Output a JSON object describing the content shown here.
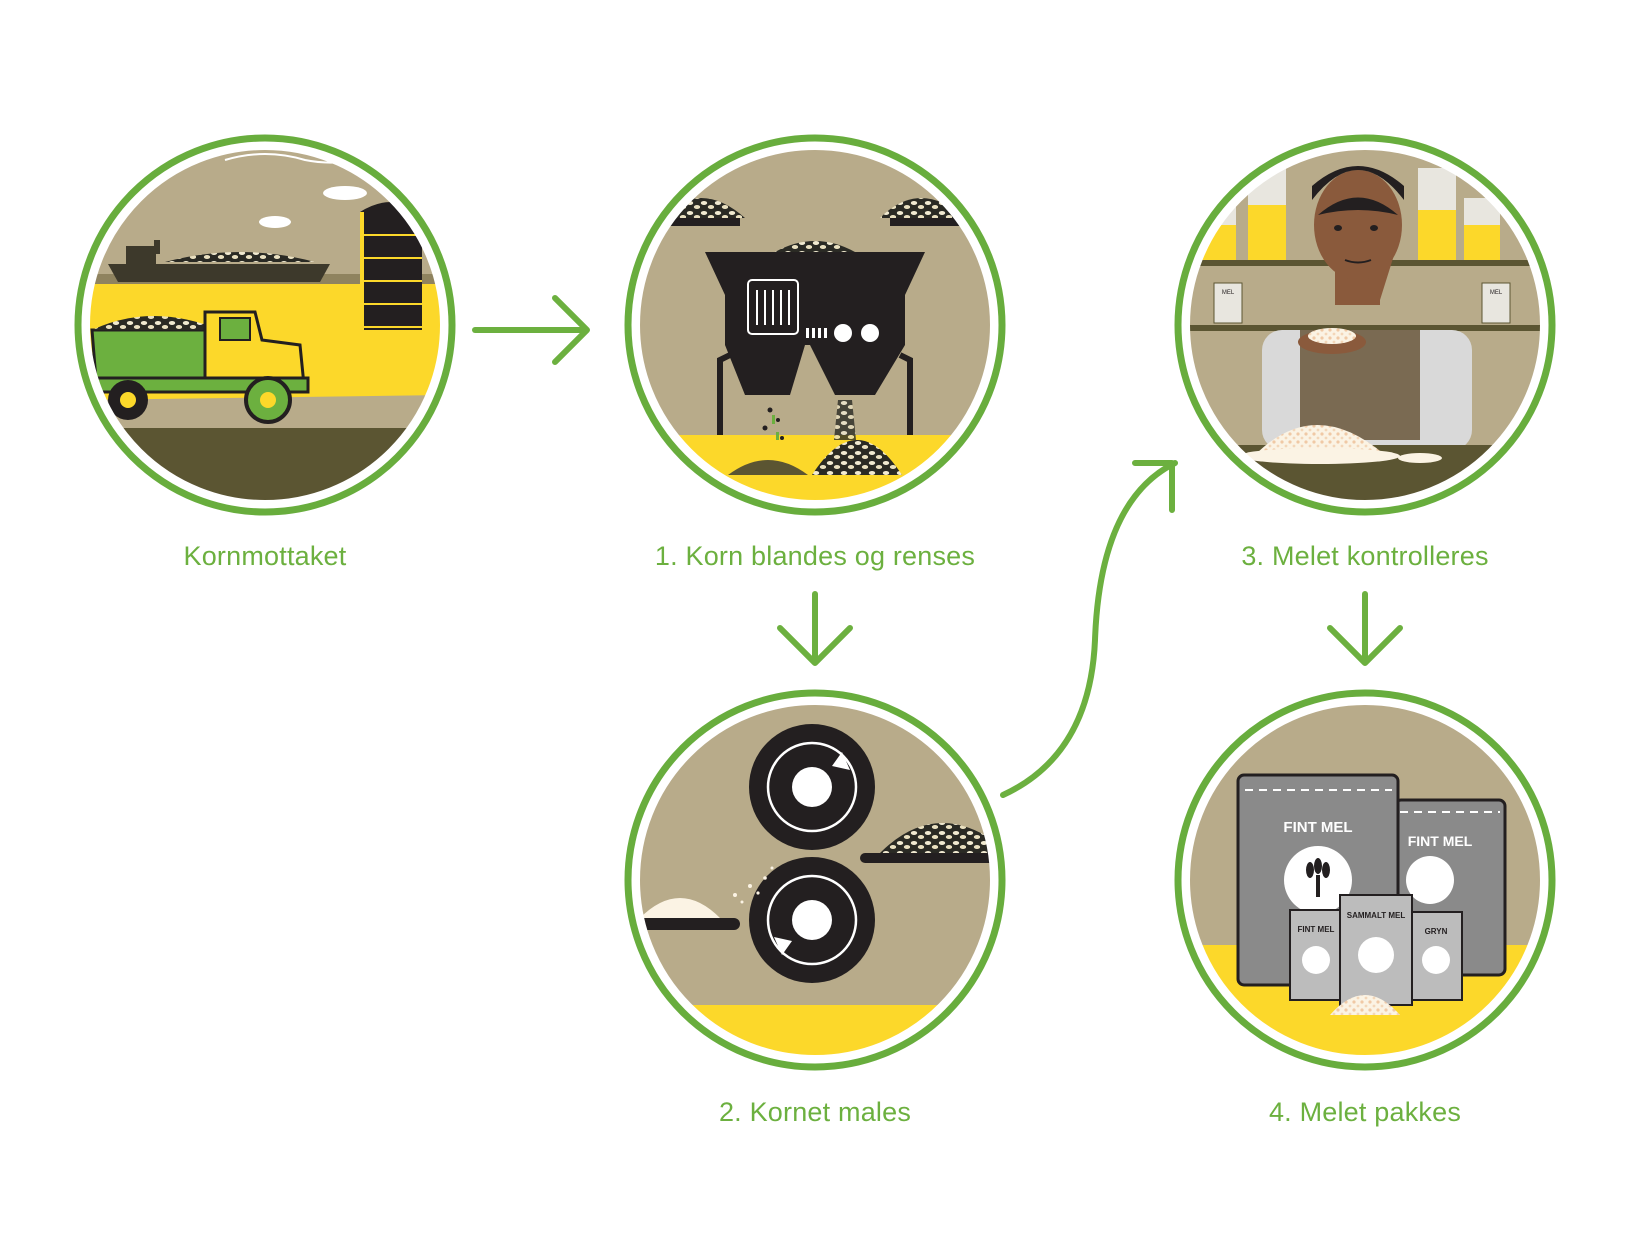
{
  "colors": {
    "accent_green": "#6cb03f",
    "ring_green": "#68ad3d",
    "khaki": "#b8ab8a",
    "olive_dark": "#5b5532",
    "yellow": "#fcd82a",
    "dark": "#231f20",
    "white": "#ffffff"
  },
  "steps": [
    {
      "label": "Kornmottaket",
      "icon": "grain-receiving-scene"
    },
    {
      "label": "1. Korn blandes og renses",
      "icon": "grain-cleaning-machine"
    },
    {
      "label": "2. Kornet males",
      "icon": "grain-milling-rollers"
    },
    {
      "label": "3. Melet kontrolleres",
      "icon": "flour-quality-inspection"
    },
    {
      "label": "4. Melet pakkes",
      "icon": "flour-packaging-bags"
    }
  ],
  "flow": [
    "step-0 to step-1",
    "step-1 to step-2",
    "step-2 to step-3",
    "step-3 to step-4"
  ],
  "shelf_jars": {
    "label": "MEL"
  },
  "packaging": {
    "big_bag_left": "FINT MEL",
    "big_bag_right": "FINT MEL",
    "small_bag_left": "FINT MEL",
    "small_bag_center": "SAMMALT MEL",
    "small_bag_right": "GRYN"
  }
}
